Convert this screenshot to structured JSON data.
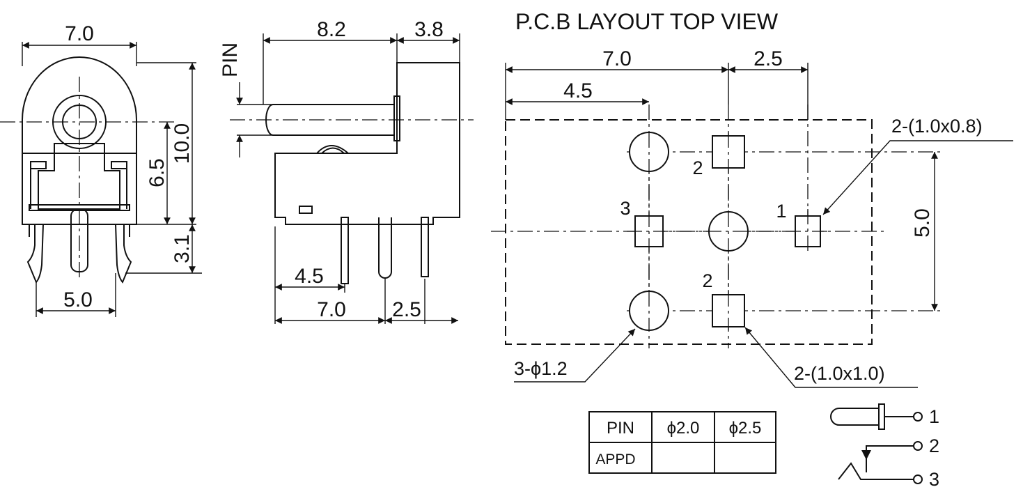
{
  "title": "P.C.B LAYOUT  TOP VIEW",
  "front_view": {
    "dim_width": "7.0",
    "dim_height": "10.0",
    "dim_axis": "6.5",
    "dim_pin": "3.1",
    "dim_pin_spacing": "5.0"
  },
  "side_view": {
    "pin_label": "PIN",
    "dim_body": "8.2",
    "dim_pin_len": "3.8",
    "dim_pin1": "4.5",
    "dim_pin2": "7.0",
    "dim_pin3": "2.5"
  },
  "pcb_layout": {
    "dim_total": "7.0",
    "dim_right": "2.5",
    "dim_offset": "4.5",
    "dim_height": "5.0",
    "label_round_holes": "3-ϕ1.2",
    "label_small_pad": "2-(1.0x0.8)",
    "label_square_pad": "2-(1.0x1.0)",
    "pin_numbers": [
      "1",
      "2",
      "2",
      "3"
    ]
  },
  "table": {
    "row1": [
      "PIN",
      "ϕ2.0",
      "ϕ2.5"
    ],
    "row2": [
      "APPD",
      "",
      ""
    ]
  },
  "schematic": {
    "pin_labels": [
      "1",
      "2",
      "3"
    ]
  }
}
